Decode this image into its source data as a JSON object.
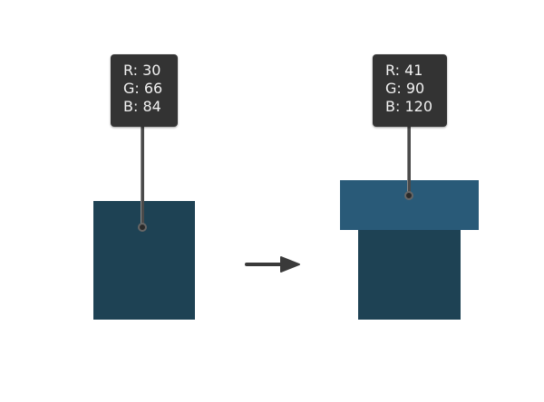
{
  "colors": {
    "before_fill": "#1e4254",
    "after_top_fill": "#295a78",
    "after_body_fill": "#1e4254",
    "tooltip_bg": "#333333",
    "arrow": "#3a3a3a"
  },
  "left_swatch": {
    "tooltip": {
      "r": "R: 30",
      "g": "G: 66",
      "b": "B: 84"
    }
  },
  "right_swatch": {
    "tooltip": {
      "r": "R: 41",
      "g": "G: 90",
      "b": "B: 120"
    }
  },
  "arrow": {
    "icon": "right-arrow-icon"
  }
}
